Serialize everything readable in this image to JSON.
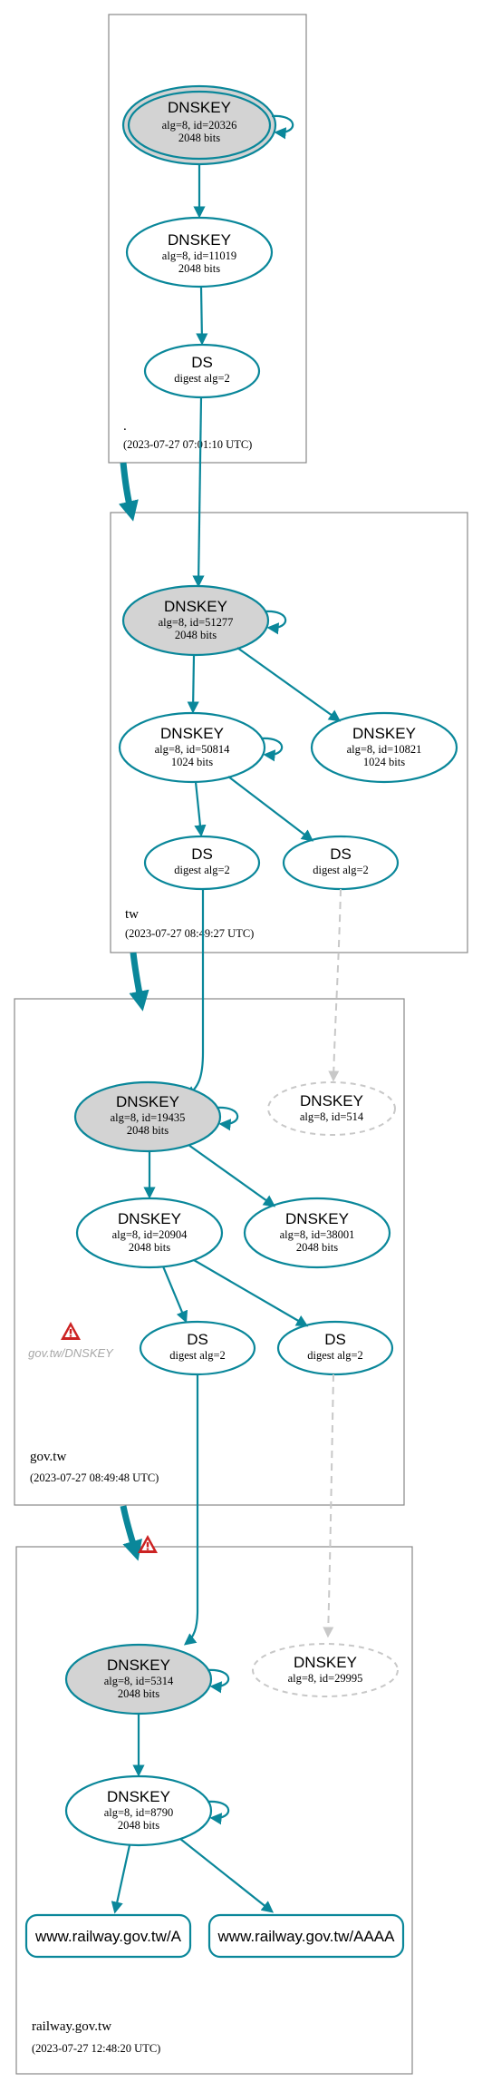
{
  "zones": {
    "root": {
      "name": ".",
      "date": "(2023-07-27 07:01:10 UTC)"
    },
    "tw": {
      "name": "tw",
      "date": "(2023-07-27 08:49:27 UTC)"
    },
    "govtw": {
      "name": "gov.tw",
      "date": "(2023-07-27 08:49:48 UTC)"
    },
    "railway": {
      "name": "railway.gov.tw",
      "date": "(2023-07-27 12:48:20 UTC)"
    }
  },
  "nodes": {
    "root_ksk": {
      "title": "DNSKEY",
      "line1": "alg=8, id=20326",
      "line2": "2048 bits"
    },
    "root_zsk": {
      "title": "DNSKEY",
      "line1": "alg=8, id=11019",
      "line2": "2048 bits"
    },
    "root_ds": {
      "title": "DS",
      "line1": "digest alg=2"
    },
    "tw_ksk": {
      "title": "DNSKEY",
      "line1": "alg=8, id=51277",
      "line2": "2048 bits"
    },
    "tw_zsk1": {
      "title": "DNSKEY",
      "line1": "alg=8, id=50814",
      "line2": "1024 bits"
    },
    "tw_zsk2": {
      "title": "DNSKEY",
      "line1": "alg=8, id=10821",
      "line2": "1024 bits"
    },
    "tw_ds1": {
      "title": "DS",
      "line1": "digest alg=2"
    },
    "tw_ds2": {
      "title": "DS",
      "line1": "digest alg=2"
    },
    "gov_ksk": {
      "title": "DNSKEY",
      "line1": "alg=8, id=19435",
      "line2": "2048 bits"
    },
    "gov_missing": {
      "title": "DNSKEY",
      "line1": "alg=8, id=514"
    },
    "gov_zsk1": {
      "title": "DNSKEY",
      "line1": "alg=8, id=20904",
      "line2": "2048 bits"
    },
    "gov_zsk2": {
      "title": "DNSKEY",
      "line1": "alg=8, id=38001",
      "line2": "2048 bits"
    },
    "gov_ds1": {
      "title": "DS",
      "line1": "digest alg=2"
    },
    "gov_ds2": {
      "title": "DS",
      "line1": "digest alg=2"
    },
    "rail_ksk": {
      "title": "DNSKEY",
      "line1": "alg=8, id=5314",
      "line2": "2048 bits"
    },
    "rail_missing": {
      "title": "DNSKEY",
      "line1": "alg=8, id=29995"
    },
    "rail_zsk": {
      "title": "DNSKEY",
      "line1": "alg=8, id=8790",
      "line2": "2048 bits"
    }
  },
  "records": {
    "a": "www.railway.gov.tw/A",
    "aaaa": "www.railway.gov.tw/AAAA"
  },
  "errors": {
    "gov_dnskey": "gov.tw/DNSKEY"
  },
  "colors": {
    "secure": "#0a879a",
    "ksk_fill": "#d3d3d3",
    "missing": "#c8c8c8",
    "warning": "#cc2222"
  },
  "icons": [
    "warning-triangle-icon"
  ]
}
